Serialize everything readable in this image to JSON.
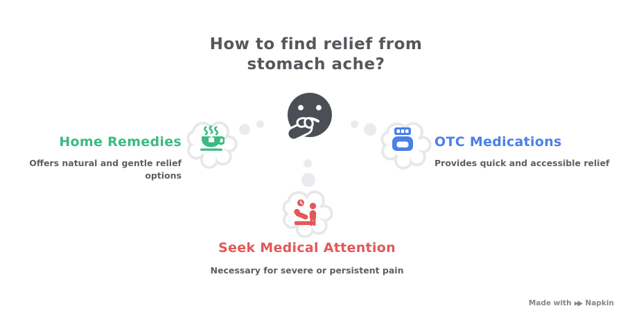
{
  "title": {
    "line1": "How to find relief from",
    "line2": "stomach ache?"
  },
  "center": {
    "icon": "thinking-face"
  },
  "nodes": {
    "home_remedies": {
      "label": "Home Remedies",
      "description": "Offers natural and gentle relief options",
      "icon": "teacup-steam-icon",
      "color": "#3cba82"
    },
    "otc_medications": {
      "label": "OTC Medications",
      "description": "Provides quick and accessible relief",
      "icon": "medicine-bottle-icon",
      "color": "#4a80e8"
    },
    "seek_medical_attention": {
      "label": "Seek Medical Attention",
      "description": "Necessary for severe or persistent pain",
      "icon": "patient-bed-doctor-icon",
      "color": "#e25858"
    }
  },
  "watermark": {
    "prefix": "Made with",
    "brand": "Napkin"
  },
  "colors": {
    "background": "#ffffff",
    "title_text": "#54575c",
    "description_text": "#5b5f64",
    "face": "#4b4f55",
    "cloud_outline": "#e6e8ea",
    "cloud_fill": "#ffffff",
    "dot": "#e9ebee",
    "watermark_text": "#85878a"
  }
}
